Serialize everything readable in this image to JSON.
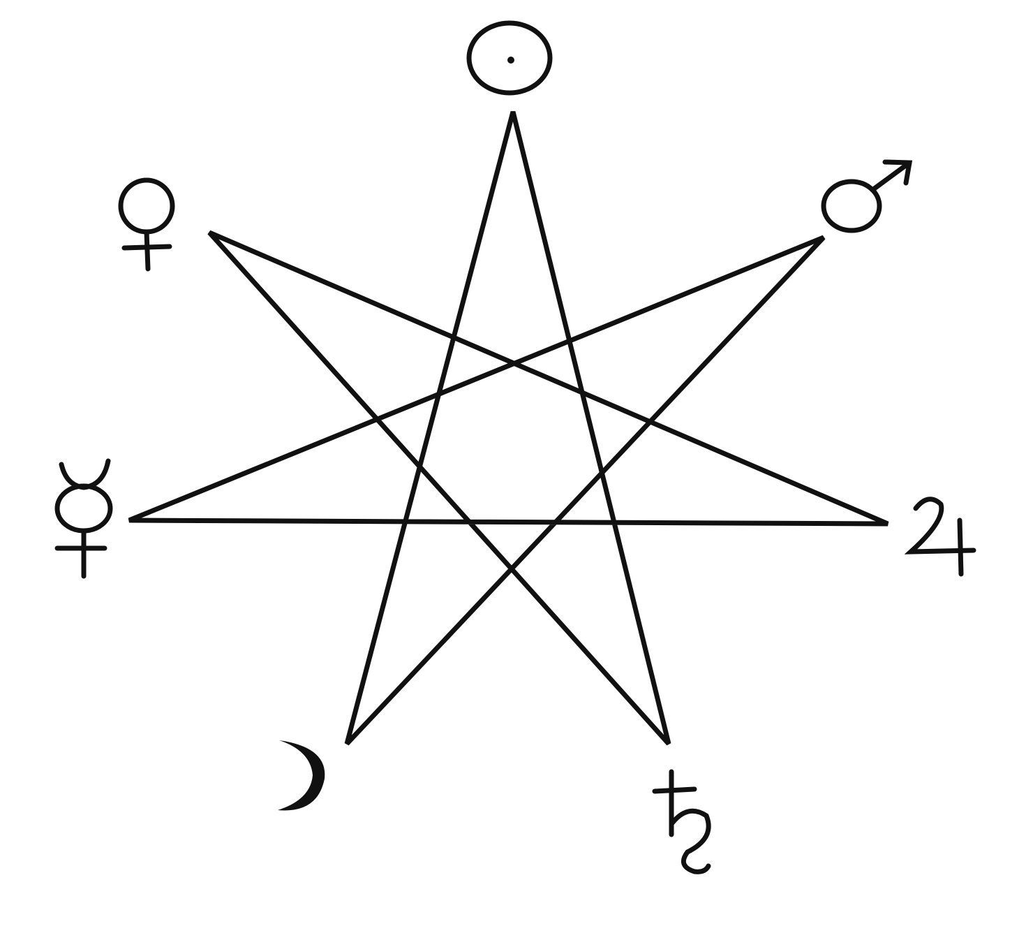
{
  "diagram": {
    "type": "heptagram",
    "ink_color": "#111111",
    "background_color": "#ffffff",
    "vertex_order": [
      "sun",
      "mars",
      "jupiter",
      "saturn",
      "moon",
      "mercury",
      "venus"
    ],
    "symbols": [
      {
        "planet": "sun",
        "icon": "sun-symbol-icon"
      },
      {
        "planet": "mars",
        "icon": "mars-symbol-icon"
      },
      {
        "planet": "jupiter",
        "icon": "jupiter-symbol-icon"
      },
      {
        "planet": "saturn",
        "icon": "saturn-symbol-icon"
      },
      {
        "planet": "moon",
        "icon": "moon-symbol-icon"
      },
      {
        "planet": "mercury",
        "icon": "mercury-symbol-icon"
      },
      {
        "planet": "venus",
        "icon": "venus-symbol-icon"
      }
    ]
  }
}
